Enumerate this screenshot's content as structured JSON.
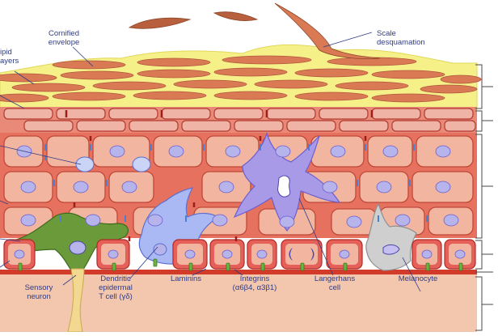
{
  "labels": {
    "cornified_envelope": "Cornified\nenvelope",
    "lipid_layers": "ipid\nayers",
    "scale_desquamation": "Scale\ndesquamation",
    "sensory_neuron": "Sensory\nneuron",
    "dendritic_t_cell": "Dendritic\nepidermal\nT cell (γδ)",
    "laminins": "Laminins",
    "integrins": "Integrins\n(α6β4, α3β1)",
    "langerhans_cell": "Langerhans\ncell",
    "melanocyte": "Melanocyte"
  },
  "colors": {
    "label_text": "#2f3d86",
    "leader_line": "#2f3d86",
    "lipid_yellow": "#f6f089",
    "corneocyte": "#d97a55",
    "keratinocyte": "#f2b6a0",
    "keratinocyte_edge": "#c04838",
    "nucleus": "#b6b4ea",
    "langerhans": "#a99ae8",
    "dendritic_t_cell": "#aab9f3",
    "sensory_neuron": "#6a9a3a",
    "nerve_fiber": "#f2d890",
    "melanocyte": "#cfcfcf",
    "basal_cell": "#e6605a",
    "dermis": "#f3c6ae",
    "basement_membrane": "#d23a2a"
  }
}
